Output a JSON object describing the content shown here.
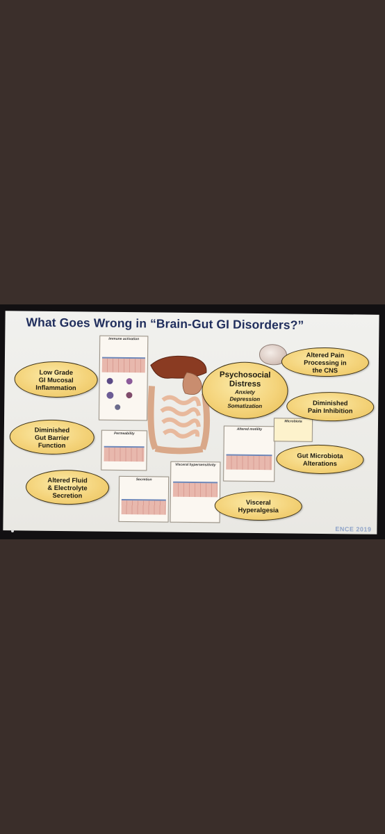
{
  "slide": {
    "title": "What Goes Wrong in “Brain-Gut GI Disorders?”",
    "central": {
      "heading_line1": "Psychosocial",
      "heading_line2": "Distress",
      "items": [
        "Anxiety",
        "Depression",
        "Somatization"
      ]
    },
    "ovals": [
      {
        "lines": [
          "Low Grade",
          "GI Mucosal",
          "Inflammation"
        ]
      },
      {
        "lines": [
          "Diminished",
          "Gut Barrier",
          "Function"
        ]
      },
      {
        "lines": [
          "Altered Fluid",
          "& Electrolyte",
          "Secretion"
        ]
      },
      {
        "lines": [
          "Altered Pain",
          "Processing in",
          "the CNS"
        ]
      },
      {
        "lines": [
          "Diminished",
          "Pain Inhibition"
        ]
      },
      {
        "lines": [
          "Gut Microbiota",
          "Alterations"
        ]
      },
      {
        "lines": [
          "Visceral",
          "Hyperalgesia"
        ]
      }
    ],
    "panels": {
      "immune": "Immune activation",
      "permeability": "Permeability",
      "secretion": "Secretion",
      "visceral": "Visceral hypersensitivity",
      "motility": "Altered motility",
      "microbiota": "Microbiota"
    },
    "footer": "ENCE 2019"
  },
  "colors": {
    "title": "#1f2d5c",
    "oval_fill": "#f4d37a",
    "oval_border": "#3b2f12",
    "backdrop": "#3a2e2a"
  }
}
